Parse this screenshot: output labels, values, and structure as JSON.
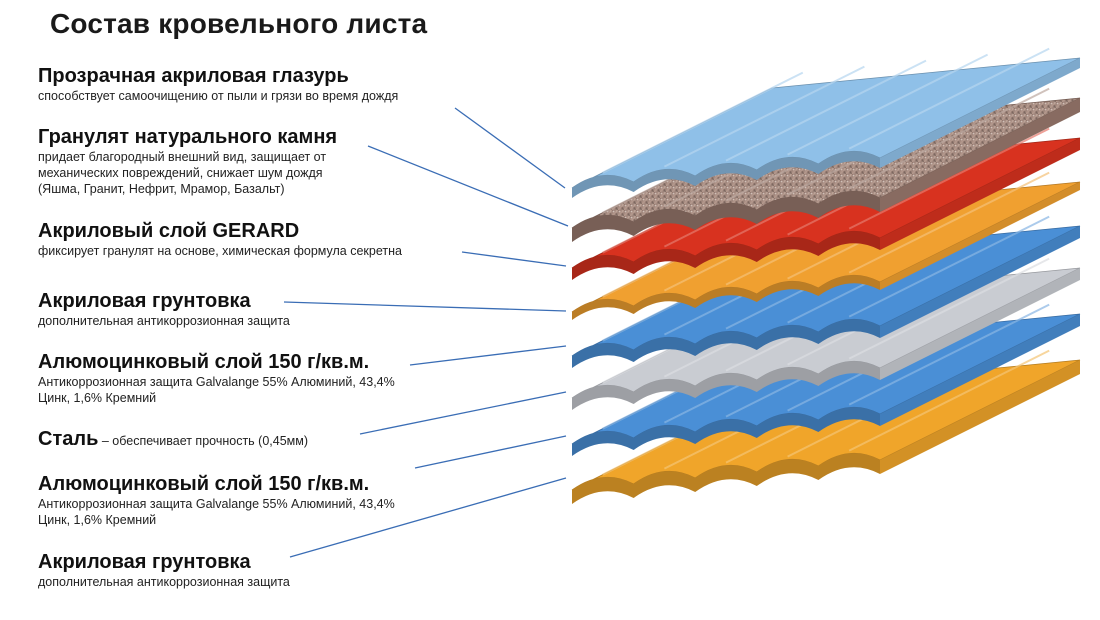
{
  "title": "Состав кровельного листа",
  "layers": [
    {
      "heading": "Прозрачная акриловая глазурь",
      "description": "способствует самоочищению от пыли и грязи  во время дождя",
      "color": "#8fc0e8"
    },
    {
      "heading": "Гранулят натурального камня",
      "description_lines": [
        "придает благородный внешний вид, защищает от",
        "механических повреждений, снижает шум дождя",
        "(Яшма, Гранит, Нефрит, Мрамор, Базальт)"
      ],
      "color": "#9a7a6e"
    },
    {
      "heading": "Акриловый слой GERARD",
      "description": "фиксирует гранулят на основе, химическая  формула  секретна",
      "color": "#d8321f"
    },
    {
      "heading": "Акриловая грунтовка",
      "description": "дополнительная антикоррозионная защита",
      "color": "#f0a030"
    },
    {
      "heading": "Алюмоцинковый слой 150 г/кв.м.",
      "description_lines": [
        "Антикоррозионная защита Galvalange 55% Алюминий, 43,4%",
        "Цинк, 1,6% Кремний"
      ],
      "color": "#4a8fd6"
    },
    {
      "heading": "Сталь",
      "inline_description": " – обеспечивает прочность (0,45мм)",
      "color": "#c9ccd2"
    },
    {
      "heading": "Алюмоцинковый слой 150 г/кв.м.",
      "description_lines": [
        "Антикоррозионная защита Galvalange 55% Алюминий, 43,4%",
        "Цинк, 1,6% Кремний"
      ],
      "color": "#4a8fd6"
    },
    {
      "heading": "Акриловая грунтовка",
      "description": "дополнительная антикоррозионная защита",
      "color": "#f0a52a"
    }
  ],
  "leader_color": "#3a6db5"
}
